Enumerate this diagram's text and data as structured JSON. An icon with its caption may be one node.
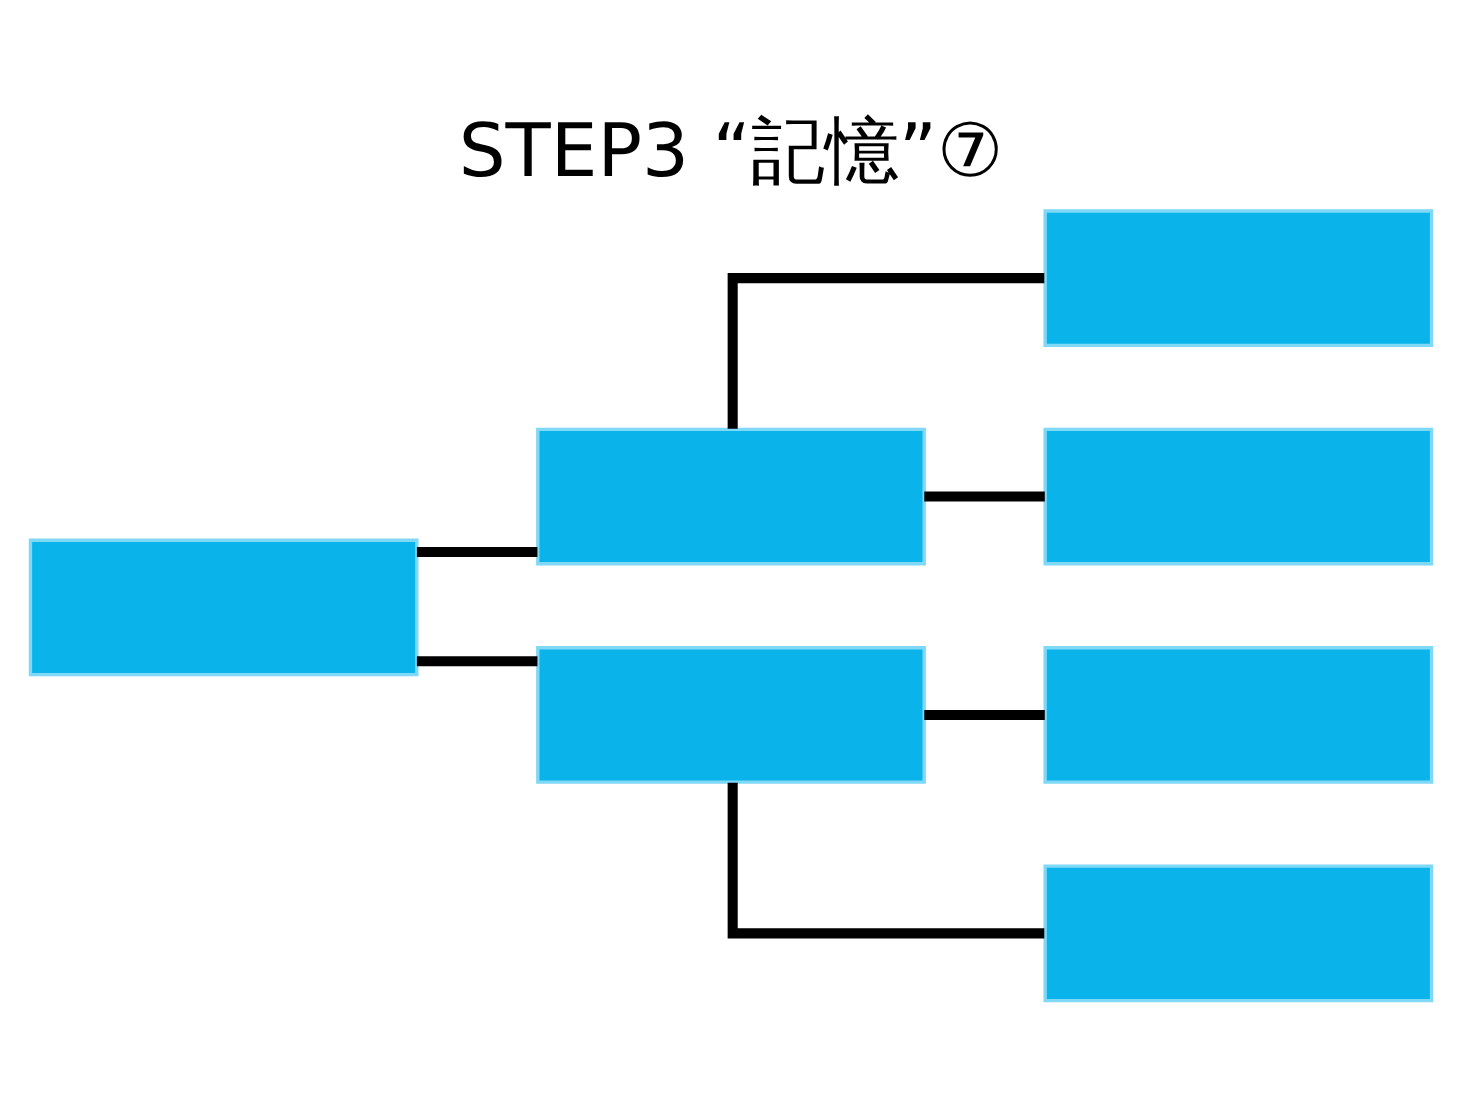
{
  "diagram": {
    "title": "STEP3 “記憶”⑦",
    "nodes": [
      {
        "text": [],
        "shape": "box"
      },
      {
        "text": [],
        "shape": "box"
      },
      {
        "text": [],
        "shape": "box"
      },
      {
        "text": [],
        "shape": "box"
      },
      {
        "text": [],
        "shape": "box"
      },
      {
        "text": [],
        "shape": "box"
      },
      {
        "text": [],
        "shape": "box"
      }
    ],
    "edges": [
      {
        "from": 0,
        "to": 1,
        "arrow": "none"
      },
      {
        "from": 0,
        "to": 2,
        "arrow": "none"
      },
      {
        "from": 1,
        "to": 3,
        "arrow": "none"
      },
      {
        "from": 1,
        "to": 4,
        "arrow": "none"
      },
      {
        "from": 2,
        "to": 5,
        "arrow": "none"
      },
      {
        "from": 2,
        "to": 6,
        "arrow": "none"
      }
    ]
  }
}
